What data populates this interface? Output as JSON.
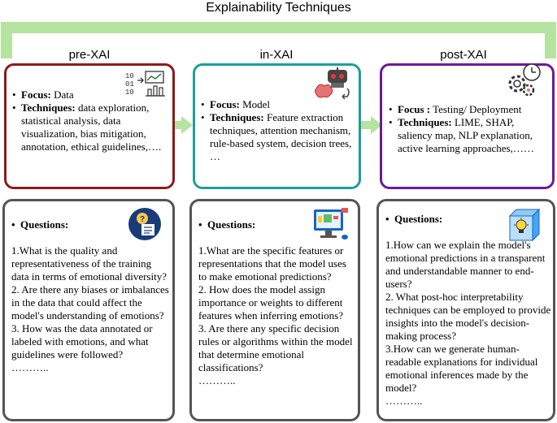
{
  "title": "Explainability Techniques",
  "colors": {
    "bar": "#b5e3a0",
    "pre": "#8b1c1c",
    "in": "#1f9e9a",
    "post": "#6a1b9a",
    "question_border": "#555555"
  },
  "columns": [
    {
      "phase": "pre-XAI",
      "focus_label": "Focus:",
      "focus": "Data",
      "techniques_label": "Techniques:",
      "techniques": "data exploration, statistical analysis, data visualization, bias mitigation, annotation, ethical guidelines,….",
      "questions_label": "Questions:",
      "questions": [
        "1.What is the quality and representativeness of the training data in terms of emotional diversity?",
        "2. Are there any biases or imbalances in the data that could affect the model's understanding of emotions?",
        "3. How was the data annotated or labeled with emotions, and what guidelines were followed?",
        "………..",
        "",
        ""
      ],
      "icon_top": "data-analytics-icon",
      "icon_bottom": "question-document-icon"
    },
    {
      "phase": "in-XAI",
      "focus_label": "Focus:",
      "focus": "Model",
      "techniques_label": "Techniques:",
      "techniques": "Feature extraction techniques, attention mechanism, rule-based system, decision trees, …",
      "questions_label": "Questions:",
      "questions": [
        "1.What are the specific features or representations that the model uses to make emotional predictions?",
        "2. How does the model assign importance or weights to different features when inferring emotions?",
        "3. Are there any specific decision rules or algorithms within the model that determine emotional classifications?",
        "………..",
        "",
        ""
      ],
      "icon_top": "robot-brain-icon",
      "icon_bottom": "computer-monitor-icon"
    },
    {
      "phase": "post-XAI",
      "focus_label": "Focus :",
      "focus": "Testing/ Deployment",
      "techniques_label": "Techniques:",
      "techniques": "LIME, SHAP, saliency map, NLP explanation, active learning approaches,……",
      "questions_label": "Questions:",
      "questions": [
        "1.How can we explain the model's emotional predictions in a transparent and understandable manner to end-users?",
        "2. What post-hoc interpretability techniques can be employed to provide insights into the model's decision-making process?",
        "3.How can we generate human-readable explanations for individual emotional inferences made by the model?",
        "………..",
        "",
        ""
      ],
      "icon_top": "gears-clock-icon",
      "icon_bottom": "lightbulb-cube-icon"
    }
  ]
}
